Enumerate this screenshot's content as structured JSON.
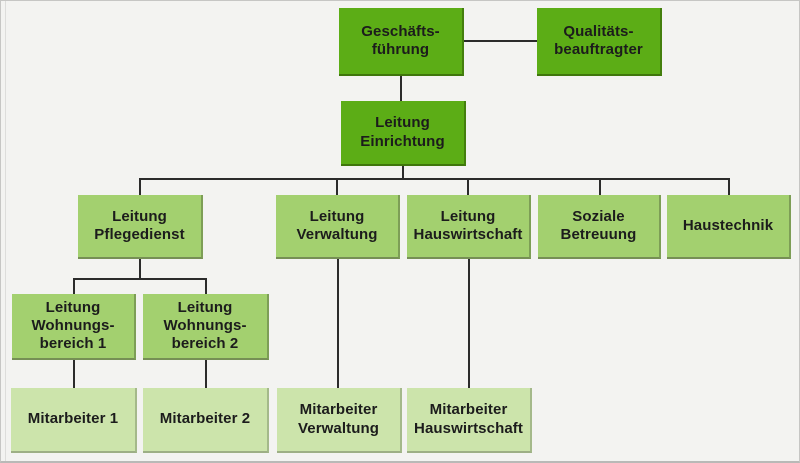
{
  "diagram": {
    "type": "org-chart",
    "background_color": "#f3f3f1",
    "line_color": "#2b2b2b",
    "level_colors": {
      "executive": "#5cad16",
      "management": "#a3d06f",
      "staff": "#cce4ab"
    },
    "nodes": [
      {
        "id": "geschaeftsfuehrung",
        "label": "Geschäfts-\nführung",
        "level": "executive"
      },
      {
        "id": "qualitaetsbeauftragter",
        "label": "Qualitäts-\nbeauftragter",
        "level": "executive"
      },
      {
        "id": "leitung-einrichtung",
        "label": "Leitung\nEinrichtung",
        "level": "executive"
      },
      {
        "id": "leitung-pflegedienst",
        "label": "Leitung\nPflegedienst",
        "level": "management"
      },
      {
        "id": "leitung-verwaltung",
        "label": "Leitung\nVerwaltung",
        "level": "management"
      },
      {
        "id": "leitung-hauswirtschaft",
        "label": "Leitung\nHauswirtschaft",
        "level": "management"
      },
      {
        "id": "soziale-betreuung",
        "label": "Soziale\nBetreuung",
        "level": "management"
      },
      {
        "id": "haustechnik",
        "label": "Haustechnik",
        "level": "management"
      },
      {
        "id": "leitung-wohnungsbereich-1",
        "label": "Leitung\nWohnungs-\nbereich 1",
        "level": "management"
      },
      {
        "id": "leitung-wohnungsbereich-2",
        "label": "Leitung\nWohnungs-\nbereich 2",
        "level": "management"
      },
      {
        "id": "mitarbeiter-1",
        "label": "Mitarbeiter 1",
        "level": "staff"
      },
      {
        "id": "mitarbeiter-2",
        "label": "Mitarbeiter 2",
        "level": "staff"
      },
      {
        "id": "mitarbeiter-verwaltung",
        "label": "Mitarbeiter\nVerwaltung",
        "level": "staff"
      },
      {
        "id": "mitarbeiter-hauswirtschaft",
        "label": "Mitarbeiter\nHauswirtschaft",
        "level": "staff"
      }
    ],
    "edges": [
      {
        "from": "geschaeftsfuehrung",
        "to": "qualitaetsbeauftragter",
        "kind": "lateral"
      },
      {
        "from": "geschaeftsfuehrung",
        "to": "leitung-einrichtung",
        "kind": "reports"
      },
      {
        "from": "leitung-einrichtung",
        "to": "leitung-pflegedienst",
        "kind": "reports"
      },
      {
        "from": "leitung-einrichtung",
        "to": "leitung-verwaltung",
        "kind": "reports"
      },
      {
        "from": "leitung-einrichtung",
        "to": "leitung-hauswirtschaft",
        "kind": "reports"
      },
      {
        "from": "leitung-einrichtung",
        "to": "soziale-betreuung",
        "kind": "reports"
      },
      {
        "from": "leitung-einrichtung",
        "to": "haustechnik",
        "kind": "reports"
      },
      {
        "from": "leitung-pflegedienst",
        "to": "leitung-wohnungsbereich-1",
        "kind": "reports"
      },
      {
        "from": "leitung-pflegedienst",
        "to": "leitung-wohnungsbereich-2",
        "kind": "reports"
      },
      {
        "from": "leitung-wohnungsbereich-1",
        "to": "mitarbeiter-1",
        "kind": "reports"
      },
      {
        "from": "leitung-wohnungsbereich-2",
        "to": "mitarbeiter-2",
        "kind": "reports"
      },
      {
        "from": "leitung-verwaltung",
        "to": "mitarbeiter-verwaltung",
        "kind": "reports"
      },
      {
        "from": "leitung-hauswirtschaft",
        "to": "mitarbeiter-hauswirtschaft",
        "kind": "reports"
      }
    ]
  }
}
